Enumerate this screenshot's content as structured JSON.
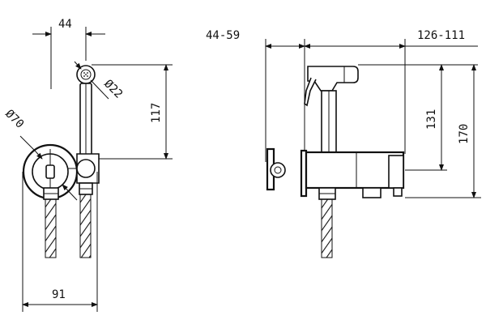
{
  "front_view": {
    "dim_top": "44",
    "dim_diameter_small": "Ø22",
    "dim_height": "117",
    "dim_diameter_large": "Ø70",
    "dim_bottom": "91"
  },
  "side_view": {
    "dim_wall_depth": "44-59",
    "dim_reach": "126-111",
    "dim_inner_height": "131",
    "dim_outer_height": "170"
  }
}
